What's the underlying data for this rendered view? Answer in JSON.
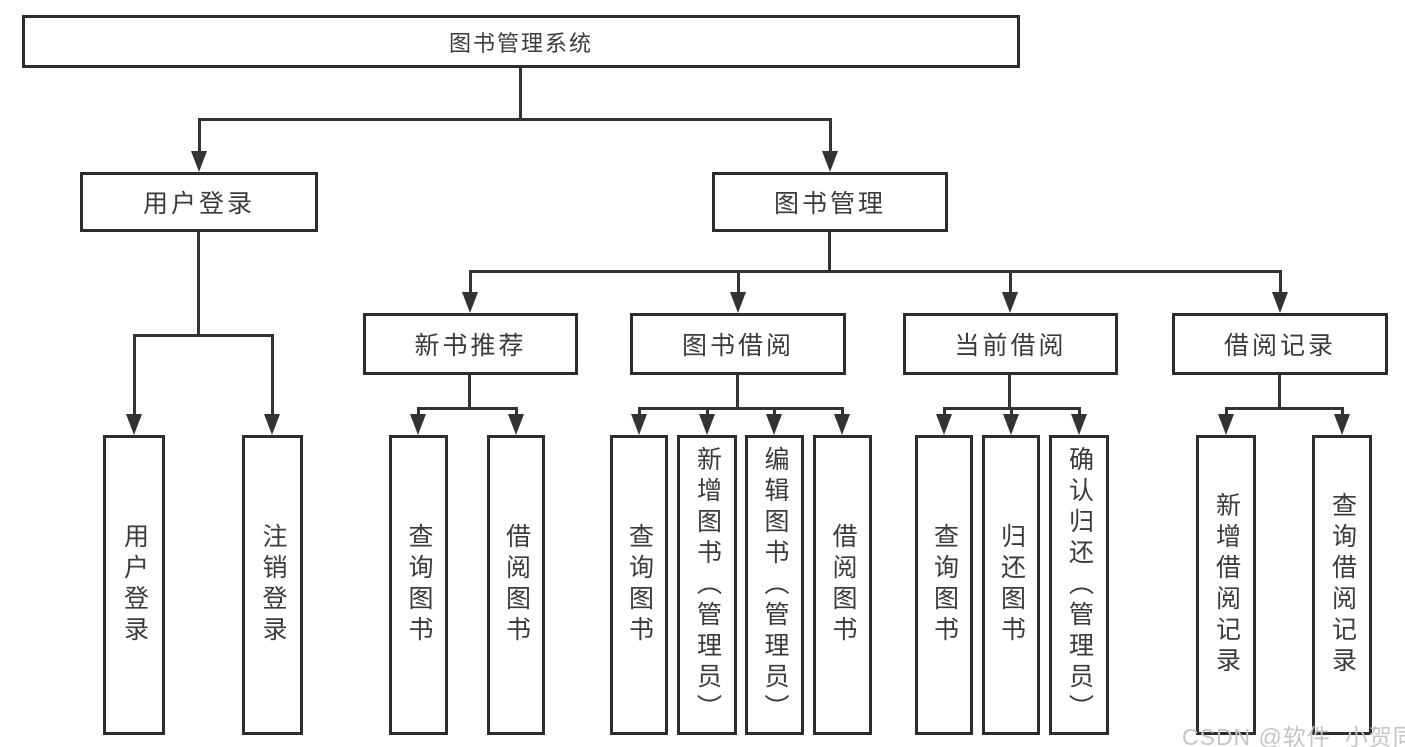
{
  "tree": {
    "root": {
      "label": "图书管理系统"
    },
    "branches": [
      {
        "label": "用户登录",
        "children": [
          {
            "label": "用户登录"
          },
          {
            "label": "注销登录"
          }
        ]
      },
      {
        "label": "图书管理",
        "children": [
          {
            "label": "新书推荐",
            "children": [
              {
                "label": "查询图书"
              },
              {
                "label": "借阅图书"
              }
            ]
          },
          {
            "label": "图书借阅",
            "children": [
              {
                "label": "查询图书"
              },
              {
                "label": "新增图书（管理员）"
              },
              {
                "label": "编辑图书（管理员）"
              },
              {
                "label": "借阅图书"
              }
            ]
          },
          {
            "label": "当前借阅",
            "children": [
              {
                "label": "查询图书"
              },
              {
                "label": "归还图书"
              },
              {
                "label": "确认归还（管理员）"
              }
            ]
          },
          {
            "label": "借阅记录",
            "children": [
              {
                "label": "新增借阅记录"
              },
              {
                "label": "查询借阅记录"
              }
            ]
          }
        ]
      }
    ]
  },
  "watermark": {
    "text": "CSDN @软件_小贺同学",
    "color": "#c5c5c5"
  },
  "colors": {
    "line": "#333333",
    "box_border": "#2d2d2d",
    "box_fill": "#ffffff",
    "text": "#3b3b3b",
    "background": "#ffffff"
  }
}
